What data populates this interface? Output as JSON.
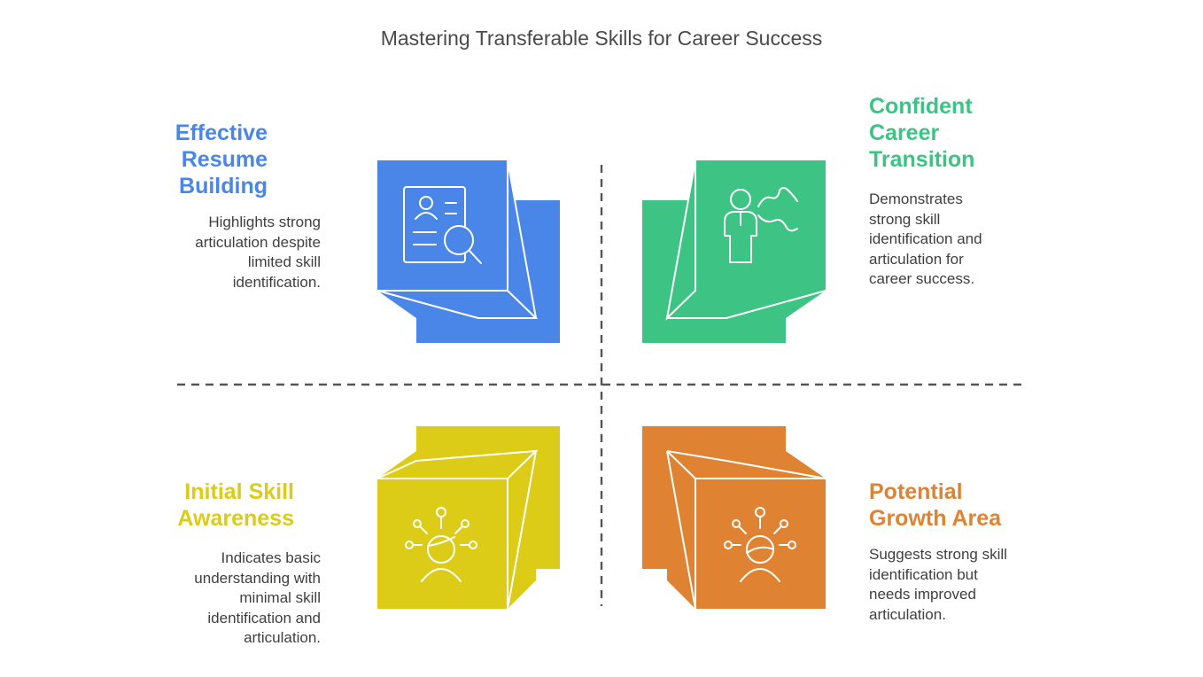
{
  "title": "Mastering Transferable Skills for Career Success",
  "colors": {
    "blue": "#4a86e8",
    "green": "#3dc484",
    "yellow": "#dccb17",
    "orange": "#df8232",
    "axis": "#555555",
    "title": "#4a4a4a",
    "text": "#3f3f3f"
  },
  "quadrants": {
    "top_left": {
      "heading": [
        "Effective",
        "Resume",
        "Building"
      ],
      "description": [
        "Highlights strong",
        "articulation despite",
        "limited skill",
        "identification."
      ],
      "color": "#4a86e8",
      "icon": "resume-search-icon"
    },
    "top_right": {
      "heading": [
        "Confident",
        "Career",
        "Transition"
      ],
      "description": [
        "Demonstrates",
        "strong skill",
        "identification and",
        "articulation for",
        "career success."
      ],
      "color": "#3dc484",
      "icon": "person-speaking-icon"
    },
    "bottom_left": {
      "heading": [
        "Initial Skill",
        "Awareness"
      ],
      "description": [
        "Indicates basic",
        "understanding with",
        "minimal skill",
        "identification and",
        "articulation."
      ],
      "color": "#dccb17",
      "icon": "person-ideas-icon"
    },
    "bottom_right": {
      "heading": [
        "Potential",
        "Growth Area"
      ],
      "description": [
        "Suggests strong skill",
        "identification but",
        "needs improved",
        "articulation."
      ],
      "color": "#df8232",
      "icon": "person-network-icon"
    }
  }
}
